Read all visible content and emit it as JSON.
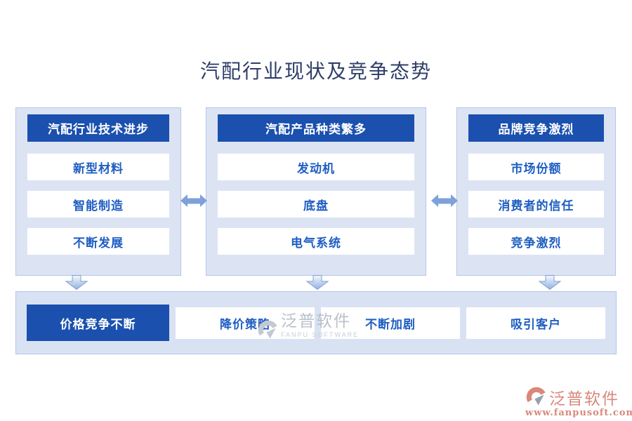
{
  "title": "汽配行业现状及竞争态势",
  "columns": [
    {
      "header": "汽配行业技术进步",
      "items": [
        "新型材料",
        "智能制造",
        "不断发展"
      ]
    },
    {
      "header": "汽配产品种类繁多",
      "items": [
        "发动机",
        "底盘",
        "电气系统"
      ]
    },
    {
      "header": "品牌竞争激烈",
      "items": [
        "市场份额",
        "消费者的信任",
        "竞争激烈"
      ]
    }
  ],
  "bottom": {
    "header": "价格竞争不断",
    "items": [
      "降价策略",
      "不断加剧",
      "吸引客户"
    ]
  },
  "watermark_center": {
    "brand": "泛普软件",
    "subtitle": "FANPU SOFTWARE"
  },
  "watermark_corner": {
    "brand": "泛普软件",
    "url": "www.fanpusoft.com"
  },
  "icons": {
    "horizontal_double_arrow": "left-right-block-arrow",
    "down_arrow": "down-block-arrow",
    "logo": "fanpu-swirl-mark"
  },
  "colors": {
    "header_blue": "#1b50ae",
    "item_text_blue": "#1e5ec2",
    "panel_bg": "#dce4f4",
    "panel_border": "#b3c6e7",
    "band_bg": "#d9e2f3",
    "arrow_blue": "#7fa1d9",
    "title_navy": "#2e3e68",
    "watermark_gray": "#b9c0cb",
    "watermark_salmon": "#d9887a"
  }
}
